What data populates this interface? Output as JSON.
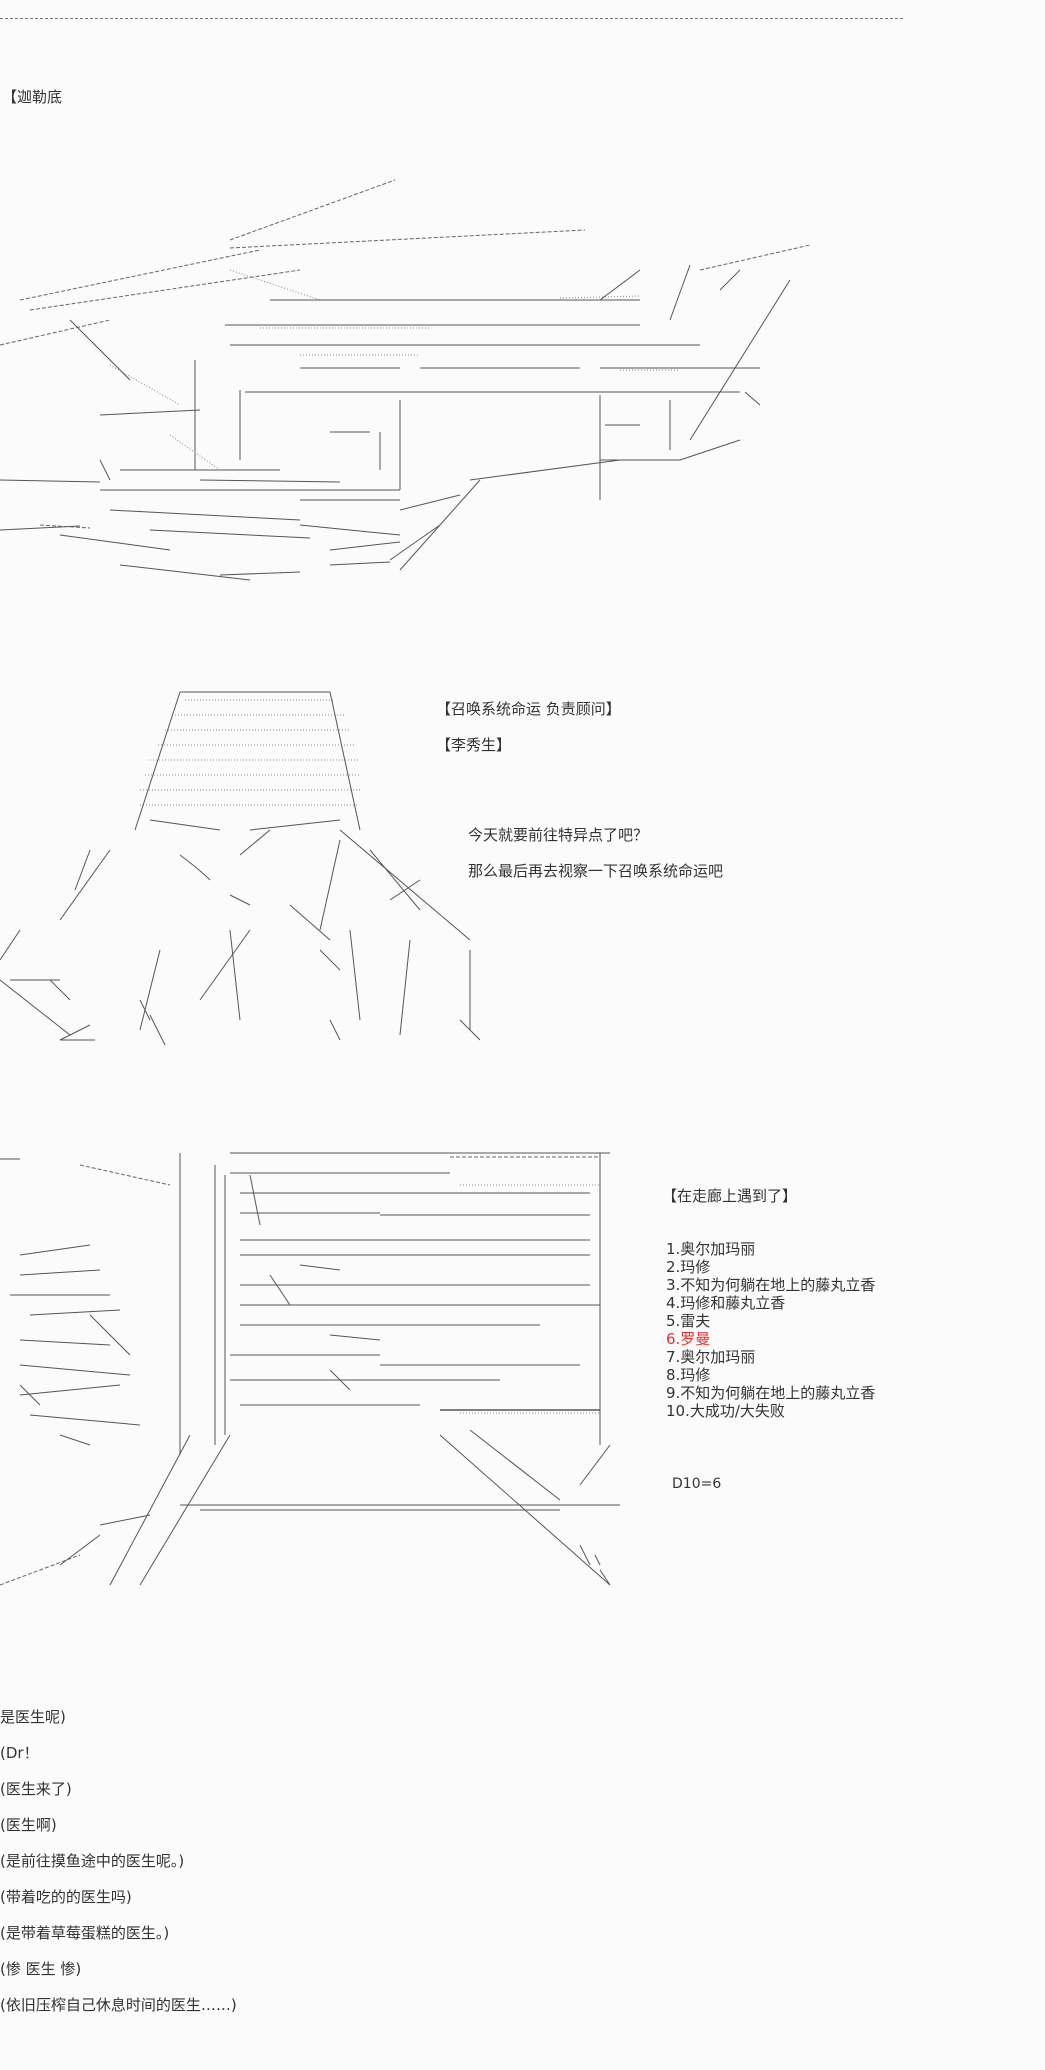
{
  "panel1": {
    "name_tag": "【迦勒底"
  },
  "panel2": {
    "title_tag": "【召唤系统命运 负责顾问】",
    "name_tag": "【李秀生】",
    "line1": "今天就要前往特异点了吧？",
    "line2": "那么最后再去视察一下召唤系统命运吧"
  },
  "panel3": {
    "event_tag": "【在走廊上遇到了】",
    "options": [
      {
        "text": "1.奥尔加玛丽",
        "highlight": false
      },
      {
        "text": "2.玛修",
        "highlight": false
      },
      {
        "text": "3.不知为何躺在地上的藤丸立香",
        "highlight": false
      },
      {
        "text": "4.玛修和藤丸立香",
        "highlight": false
      },
      {
        "text": "5.雷夫",
        "highlight": false
      },
      {
        "text": "6.罗曼",
        "highlight": true
      },
      {
        "text": "7.奥尔加玛丽",
        "highlight": false
      },
      {
        "text": "8.玛修",
        "highlight": false
      },
      {
        "text": "9.不知为何躺在地上的藤丸立香",
        "highlight": false
      },
      {
        "text": "10.大成功/大失败",
        "highlight": false
      }
    ],
    "dice": "D10=6",
    "highlight_color": "#e03030"
  },
  "replies": [
    "是医生呢)",
    "(Dr！",
    "(医生来了)",
    "(医生啊)",
    "(是前往摸鱼途中的医生呢。)",
    "(带着吃的的医生吗)",
    "(是带着草莓蛋糕的医生。)",
    "(惨 医生 惨)",
    "(依旧压榨自己休息时间的医生……)"
  ]
}
